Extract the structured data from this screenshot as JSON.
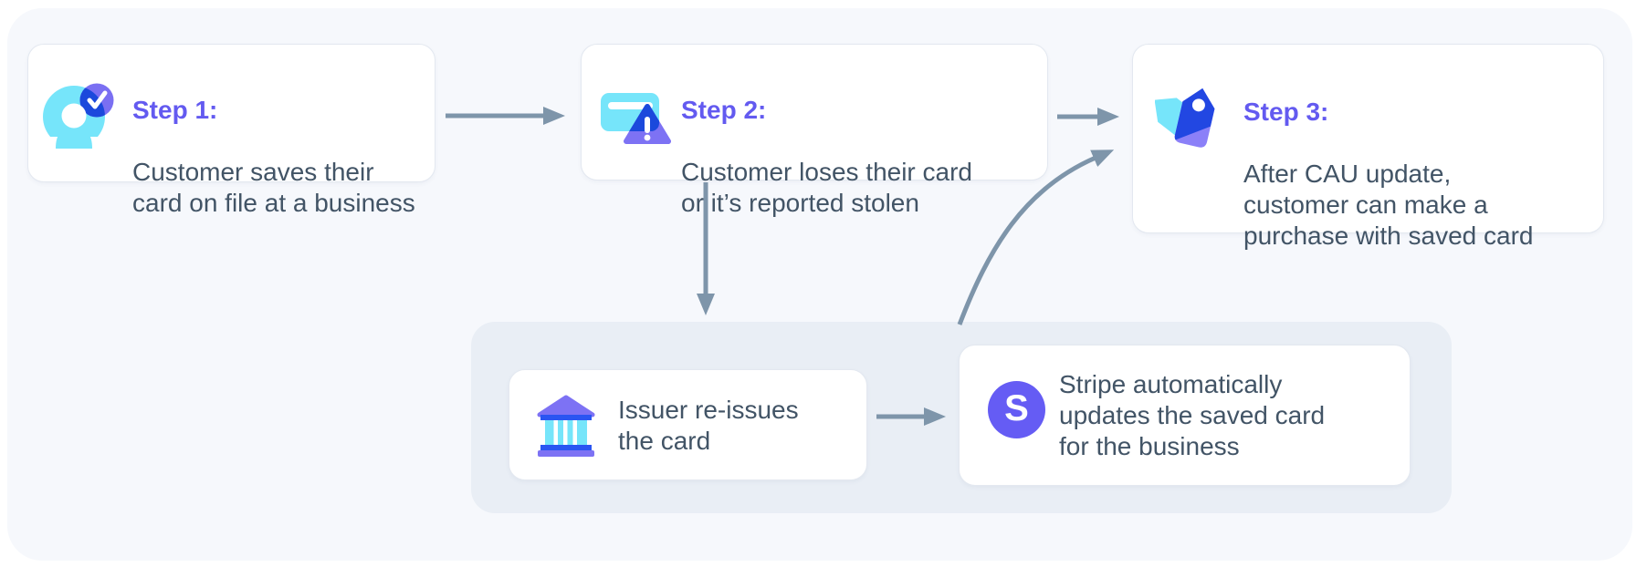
{
  "diagram": {
    "steps": [
      {
        "title": "Step 1:",
        "text": "Customer saves their\ncard on file at a business",
        "icon": "customer-check-icon"
      },
      {
        "title": "Step 2:",
        "text": "Customer loses their card\nor it’s reported stolen",
        "icon": "lost-card-warning-icon"
      },
      {
        "title": "Step 3:",
        "text": "After CAU update,\ncustomer can make a\npurchase with saved card",
        "icon": "price-tag-icon"
      }
    ],
    "subflow": {
      "issuer": {
        "text": "Issuer re-issues\nthe card",
        "icon": "bank-icon"
      },
      "stripe": {
        "text": "Stripe automatically\nupdates the saved card\nfor the business",
        "icon": "stripe-logo-icon",
        "logo_letter": "S"
      }
    },
    "colors": {
      "accent_purple": "#635af0",
      "body_text": "#425466",
      "arrow": "#7e95aa",
      "icon_cyan": "#76e5fa",
      "icon_purple": "#7d72f4",
      "icon_dark_blue": "#1b49dc",
      "icon_bright_blue": "#2a55f2",
      "tag_blue": "#2247e2",
      "tag_purple": "#8b80f8",
      "stripe_badge_purple": "#655cf4",
      "panel_bg": "#f6f8fc",
      "group_bg": "#e9eef5",
      "card_border": "#e3e8f0"
    }
  }
}
